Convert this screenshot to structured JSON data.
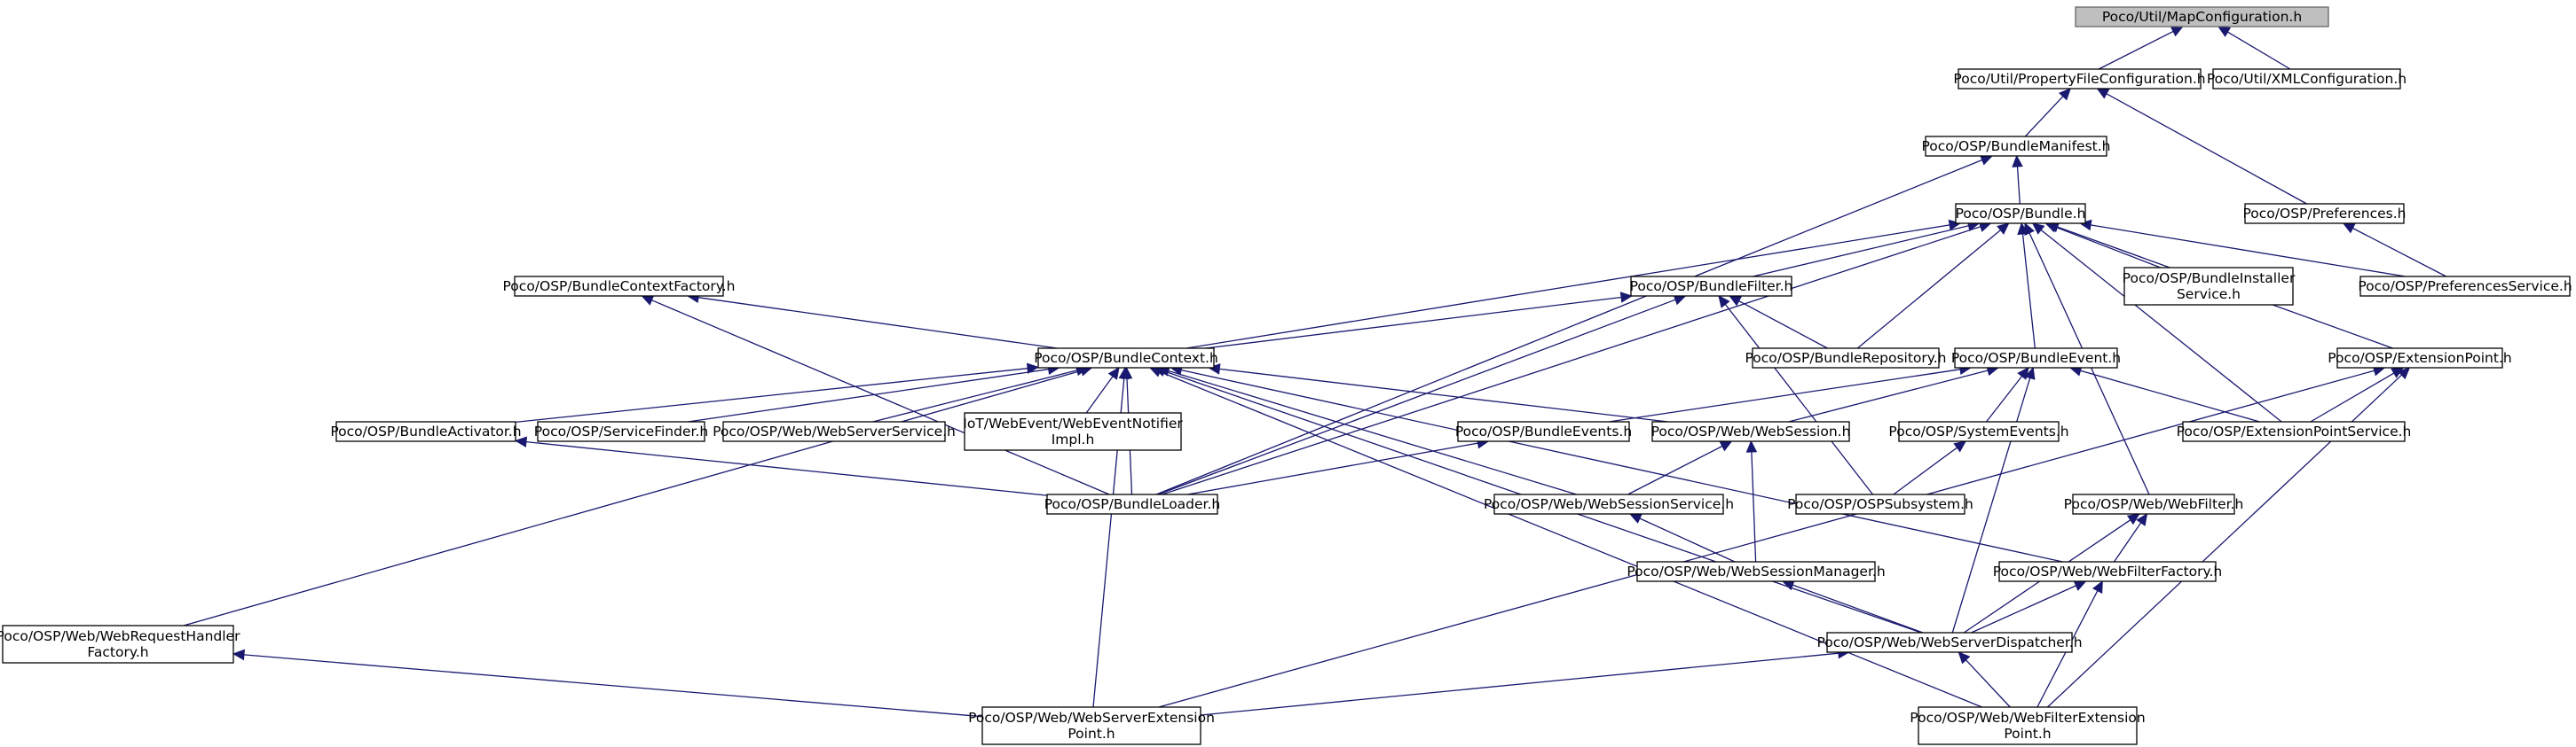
{
  "graph": {
    "nodes": [
      {
        "id": "mapcfg",
        "lines": [
          "Poco/Util/MapConfiguration.h"
        ],
        "root": true
      },
      {
        "id": "propfile",
        "lines": [
          "Poco/Util/PropertyFileConfiguration.h"
        ]
      },
      {
        "id": "xmlcfg",
        "lines": [
          "Poco/Util/XMLConfiguration.h"
        ]
      },
      {
        "id": "manifest",
        "lines": [
          "Poco/OSP/BundleManifest.h"
        ]
      },
      {
        "id": "prefs",
        "lines": [
          "Poco/OSP/Preferences.h"
        ]
      },
      {
        "id": "bundle",
        "lines": [
          "Poco/OSP/Bundle.h"
        ]
      },
      {
        "id": "ctxfactory",
        "lines": [
          "Poco/OSP/BundleContextFactory.h"
        ]
      },
      {
        "id": "bfilter",
        "lines": [
          "Poco/OSP/BundleFilter.h"
        ]
      },
      {
        "id": "installer",
        "lines": [
          "Poco/OSP/BundleInstaller",
          "Service.h"
        ]
      },
      {
        "id": "prefsvc",
        "lines": [
          "Poco/OSP/PreferencesService.h"
        ]
      },
      {
        "id": "bcontext",
        "lines": [
          "Poco/OSP/BundleContext.h"
        ]
      },
      {
        "id": "brepo",
        "lines": [
          "Poco/OSP/BundleRepository.h"
        ]
      },
      {
        "id": "bevent",
        "lines": [
          "Poco/OSP/BundleEvent.h"
        ]
      },
      {
        "id": "extpoint",
        "lines": [
          "Poco/OSP/ExtensionPoint.h"
        ]
      },
      {
        "id": "activator",
        "lines": [
          "Poco/OSP/BundleActivator.h"
        ]
      },
      {
        "id": "svcfinder",
        "lines": [
          "Poco/OSP/ServiceFinder.h"
        ]
      },
      {
        "id": "websvrsvc",
        "lines": [
          "Poco/OSP/Web/WebServerService.h"
        ]
      },
      {
        "id": "iot",
        "lines": [
          "IoT/WebEvent/WebEventNotifier",
          "Impl.h"
        ]
      },
      {
        "id": "bevents",
        "lines": [
          "Poco/OSP/BundleEvents.h"
        ]
      },
      {
        "id": "websession",
        "lines": [
          "Poco/OSP/Web/WebSession.h"
        ]
      },
      {
        "id": "sysevents",
        "lines": [
          "Poco/OSP/SystemEvents.h"
        ]
      },
      {
        "id": "extptsvc",
        "lines": [
          "Poco/OSP/ExtensionPointService.h"
        ]
      },
      {
        "id": "bloader",
        "lines": [
          "Poco/OSP/BundleLoader.h"
        ]
      },
      {
        "id": "wsessvc",
        "lines": [
          "Poco/OSP/Web/WebSessionService.h"
        ]
      },
      {
        "id": "osps",
        "lines": [
          "Poco/OSP/OSPSubsystem.h"
        ]
      },
      {
        "id": "webfilter",
        "lines": [
          "Poco/OSP/Web/WebFilter.h"
        ]
      },
      {
        "id": "wsesmgr",
        "lines": [
          "Poco/OSP/Web/WebSessionManager.h"
        ]
      },
      {
        "id": "wffactory",
        "lines": [
          "Poco/OSP/Web/WebFilterFactory.h"
        ]
      },
      {
        "id": "wrhf",
        "lines": [
          "Poco/OSP/Web/WebRequestHandler",
          "Factory.h"
        ]
      },
      {
        "id": "wsdisp",
        "lines": [
          "Poco/OSP/Web/WebServerDispatcher.h"
        ]
      },
      {
        "id": "wsext",
        "lines": [
          "Poco/OSP/Web/WebServerExtension",
          "Point.h"
        ]
      },
      {
        "id": "wfext",
        "lines": [
          "Poco/OSP/Web/WebFilterExtension",
          "Point.h"
        ]
      }
    ],
    "edges": [
      [
        "propfile",
        "mapcfg"
      ],
      [
        "xmlcfg",
        "mapcfg"
      ],
      [
        "manifest",
        "propfile"
      ],
      [
        "prefs",
        "propfile"
      ],
      [
        "bundle",
        "manifest"
      ],
      [
        "bloader",
        "manifest"
      ],
      [
        "prefsvc",
        "prefs"
      ],
      [
        "bfilter",
        "bundle"
      ],
      [
        "installer",
        "bundle"
      ],
      [
        "prefsvc",
        "bundle"
      ],
      [
        "bcontext",
        "bundle"
      ],
      [
        "brepo",
        "bundle"
      ],
      [
        "bevent",
        "bundle"
      ],
      [
        "extpoint",
        "bundle"
      ],
      [
        "extptsvc",
        "bundle"
      ],
      [
        "bloader",
        "bundle"
      ],
      [
        "webfilter",
        "bundle"
      ],
      [
        "bcontext",
        "ctxfactory"
      ],
      [
        "bcontext",
        "bfilter"
      ],
      [
        "brepo",
        "bfilter"
      ],
      [
        "bloader",
        "bfilter"
      ],
      [
        "osps",
        "bfilter"
      ],
      [
        "bloader",
        "ctxfactory"
      ],
      [
        "activator",
        "bcontext"
      ],
      [
        "svcfinder",
        "bcontext"
      ],
      [
        "websvrsvc",
        "bcontext"
      ],
      [
        "iot",
        "bcontext"
      ],
      [
        "websession",
        "bcontext"
      ],
      [
        "wsessvc",
        "bcontext"
      ],
      [
        "bloader",
        "bcontext"
      ],
      [
        "wffactory",
        "bcontext"
      ],
      [
        "wrhf",
        "bcontext"
      ],
      [
        "wsdisp",
        "bcontext"
      ],
      [
        "wsext",
        "bcontext"
      ],
      [
        "wfext",
        "bcontext"
      ],
      [
        "bevents",
        "bevent"
      ],
      [
        "websession",
        "bevent"
      ],
      [
        "sysevents",
        "bevent"
      ],
      [
        "extptsvc",
        "bevent"
      ],
      [
        "wsdisp",
        "bevent"
      ],
      [
        "extptsvc",
        "extpoint"
      ],
      [
        "wsext",
        "extpoint"
      ],
      [
        "wfext",
        "extpoint"
      ],
      [
        "bloader",
        "activator"
      ],
      [
        "bloader",
        "bevents"
      ],
      [
        "wsessvc",
        "websession"
      ],
      [
        "wsesmgr",
        "websession"
      ],
      [
        "osps",
        "sysevents"
      ],
      [
        "wsesmgr",
        "wsessvc"
      ],
      [
        "wffactory",
        "webfilter"
      ],
      [
        "wsdisp",
        "webfilter"
      ],
      [
        "wsdisp",
        "wsesmgr"
      ],
      [
        "wsdisp",
        "wffactory"
      ],
      [
        "wfext",
        "wffactory"
      ],
      [
        "wsext",
        "wrhf"
      ],
      [
        "wsext",
        "wsdisp"
      ],
      [
        "wfext",
        "wsdisp"
      ]
    ]
  }
}
